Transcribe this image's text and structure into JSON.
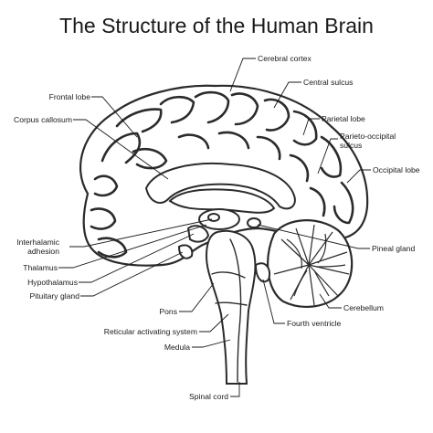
{
  "title": "The Structure of the Human Brain",
  "labels": {
    "cerebral_cortex": "Cerebral cortex",
    "central_sulcus": "Central sulcus",
    "frontal_lobe": "Frontal lobe",
    "corpus_callosum": "Corpus callosum",
    "parietal_lobe": "Parietal lobe",
    "parieto_occipital_sulcus_1": "Parieto-occipital",
    "parieto_occipital_sulcus_2": "sulcus",
    "occipital_lobe": "Occipital lobe",
    "interhalamic_adhesion_1": "Interhalamic",
    "interhalamic_adhesion_2": "adhesion",
    "pineal_gland": "Pineal gland",
    "thalamus": "Thalamus",
    "hypothalamus": "Hypothalamus",
    "pituitary_gland": "Pituitary gland",
    "cerebellum": "Cerebellum",
    "pons": "Pons",
    "fourth_ventricle": "Fourth ventricle",
    "reticular_activating_system": "Reticular activating system",
    "medula": "Medula",
    "spinal_cord": "Spinal cord"
  },
  "colors": {
    "line": "#2b2b2b",
    "text": "#1a1a1a",
    "background": "#ffffff"
  }
}
